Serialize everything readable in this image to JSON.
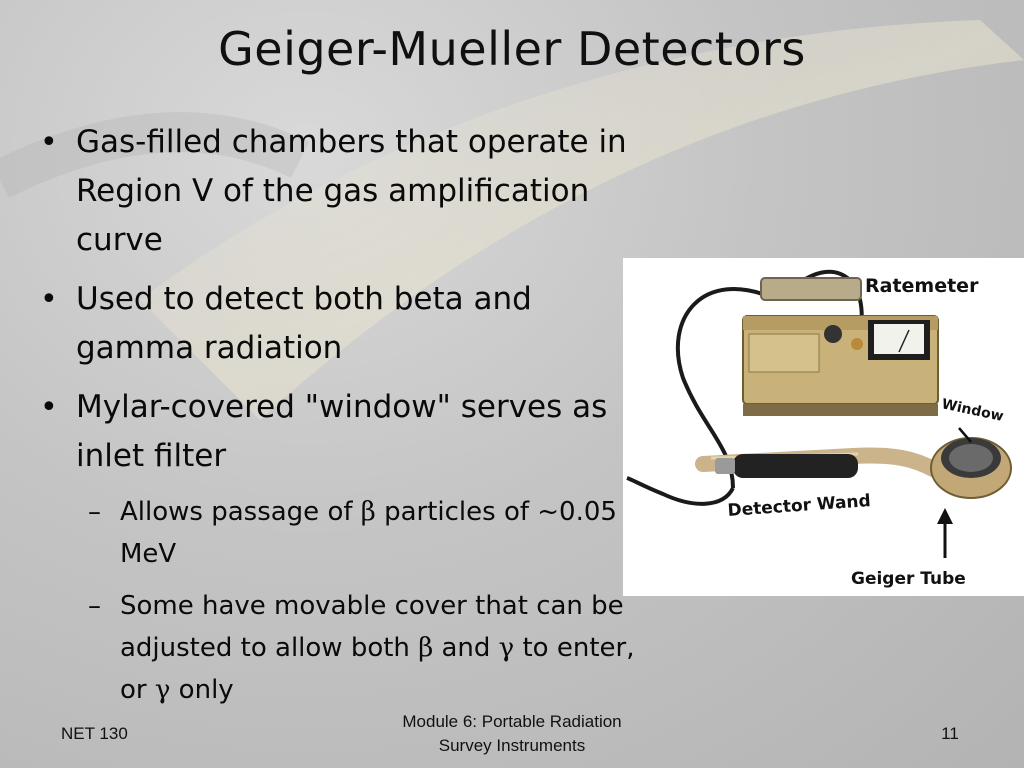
{
  "title": "Geiger-Mueller Detectors",
  "bullets": [
    {
      "text": "Gas-filled chambers that operate in Region V of the gas amplification curve"
    },
    {
      "text": "Used to detect both beta and gamma radiation"
    },
    {
      "text": "Mylar-covered \"window\" serves as inlet filter"
    }
  ],
  "sub_bullets": {
    "first_pre": "Allows passage of ",
    "first_beta": "β",
    "first_post": " particles of ~0.05 MeV",
    "second_pre": "Some have movable cover that can be adjusted to allow both ",
    "second_beta": "β",
    "second_and": " and ",
    "second_gamma1": "γ",
    "second_mid": " to enter, or ",
    "second_gamma2": "γ",
    "second_post": " only"
  },
  "figure": {
    "label_ratemeter": "Ratemeter",
    "label_window": "Window",
    "label_wand": "Detector Wand",
    "label_tube": "Geiger Tube"
  },
  "footer": {
    "left": "NET 130",
    "center_line1": "Module 6: Portable Radiation",
    "center_line2": "Survey Instruments",
    "page": "11"
  }
}
